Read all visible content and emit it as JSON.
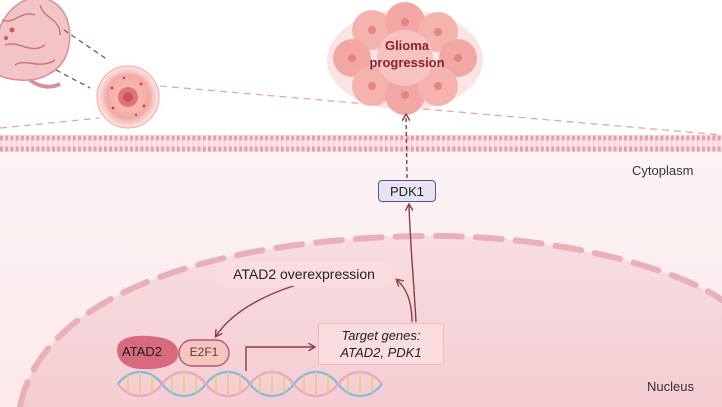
{
  "regions": {
    "cytoplasm": "Cytoplasm",
    "nucleus": "Nucleus"
  },
  "nodes": {
    "glioma": {
      "line1": "Glioma",
      "line2": "progression"
    },
    "pdk1": "PDK1",
    "overexpression": "ATAD2 overexpression",
    "target_genes": {
      "line1": "Target genes:",
      "line2": "ATAD2, PDK1"
    },
    "atad2_protein": "ATAD2",
    "e2f1_protein": "E2F1"
  },
  "colors": {
    "membrane": "#e8a9b3",
    "nucleus_fill": "#f6d2d7",
    "arrow": "#8a3b4c",
    "glioma_text": "#8b1e2c",
    "pdk1_border": "#5a547f"
  }
}
